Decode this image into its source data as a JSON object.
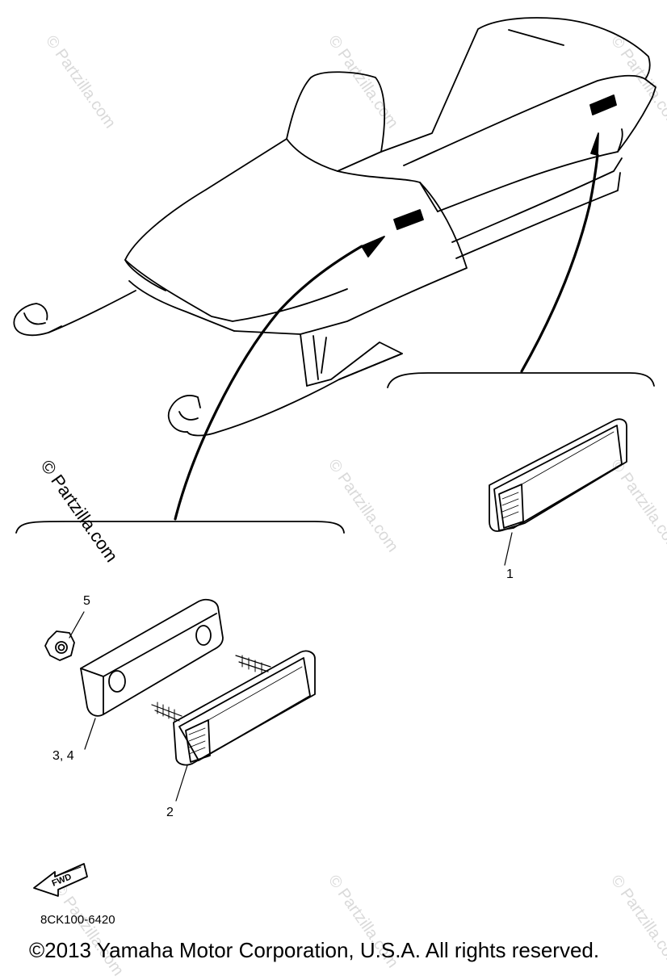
{
  "callouts": {
    "c1": "1",
    "c2": "2",
    "c34": "3, 4",
    "c5": "5"
  },
  "fwd_label": "FWD",
  "diagram_code": "8CK100-6420",
  "copyright": "©2013 Yamaha Motor Corporation, U.S.A. All rights reserved.",
  "watermark": "© Partzilla.com"
}
